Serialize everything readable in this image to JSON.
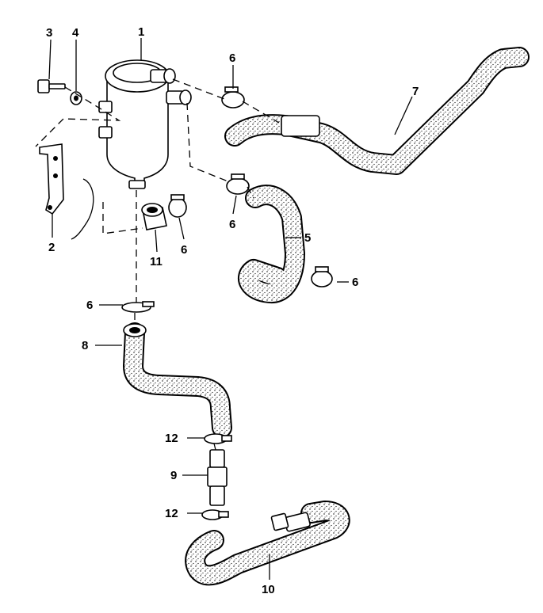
{
  "diagram": {
    "labels": {
      "p1": "1",
      "p2": "2",
      "p3": "3",
      "p4": "4",
      "p5": "5",
      "p6a": "6",
      "p6b": "6",
      "p6c": "6",
      "p6d": "6",
      "p6e": "6",
      "p7": "7",
      "p8": "8",
      "p9": "9",
      "p10": "10",
      "p11": "11",
      "p12a": "12",
      "p12b": "12"
    }
  }
}
